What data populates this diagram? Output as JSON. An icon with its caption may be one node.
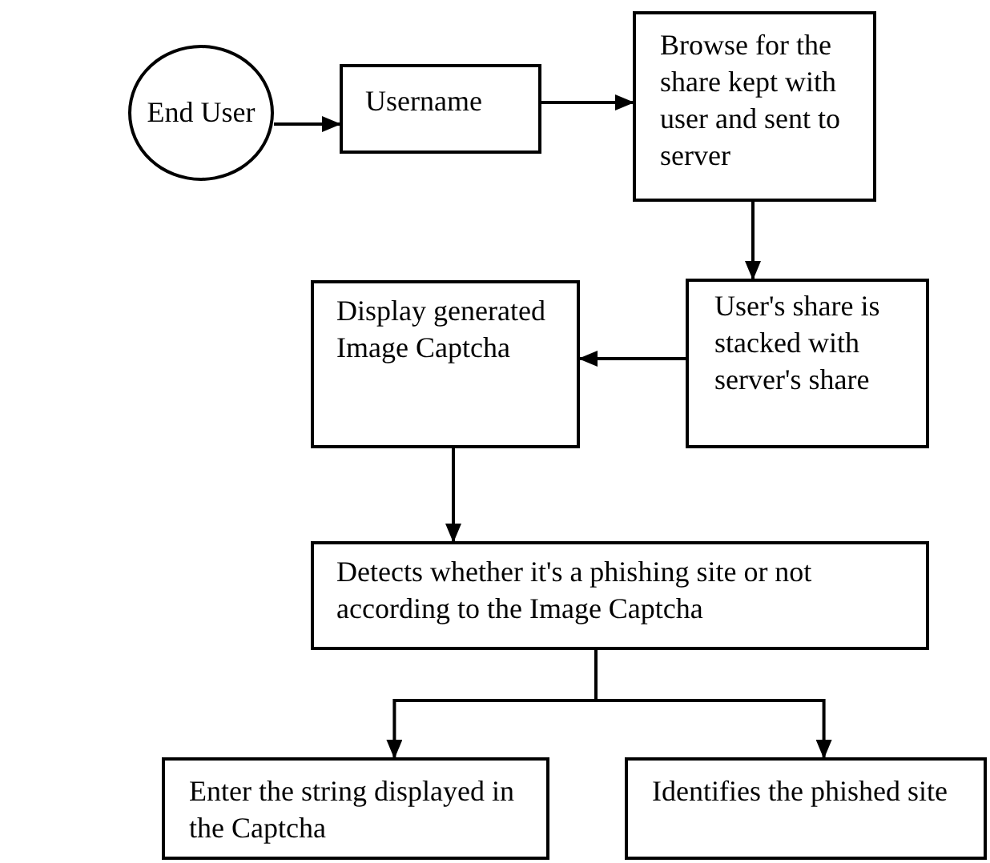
{
  "diagram": {
    "nodes": [
      {
        "text": [
          "End User"
        ]
      },
      {
        "text": [
          "Username"
        ]
      },
      {
        "text": [
          "Browse for the share kept with user and sent to server"
        ]
      },
      {
        "text": [
          "User's share is stacked with server's share"
        ]
      },
      {
        "text": [
          "Display generated Image Captcha"
        ]
      },
      {
        "text": [
          "Detects whether it's a phishing site or not according to the Image Captcha"
        ]
      },
      {
        "text": [
          "Enter the string displayed in the Captcha"
        ]
      },
      {
        "text": [
          "Identifies the phished site"
        ]
      }
    ],
    "edges": [
      {
        "from": 0,
        "to": 1,
        "arrow": "to"
      },
      {
        "from": 1,
        "to": 2,
        "arrow": "to"
      },
      {
        "from": 2,
        "to": 3,
        "arrow": "to"
      },
      {
        "from": 3,
        "to": 4,
        "arrow": "to"
      },
      {
        "from": 4,
        "to": 5,
        "arrow": "to"
      },
      {
        "from": 5,
        "to": 6,
        "arrow": "to"
      },
      {
        "from": 5,
        "to": 7,
        "arrow": "to"
      }
    ]
  }
}
